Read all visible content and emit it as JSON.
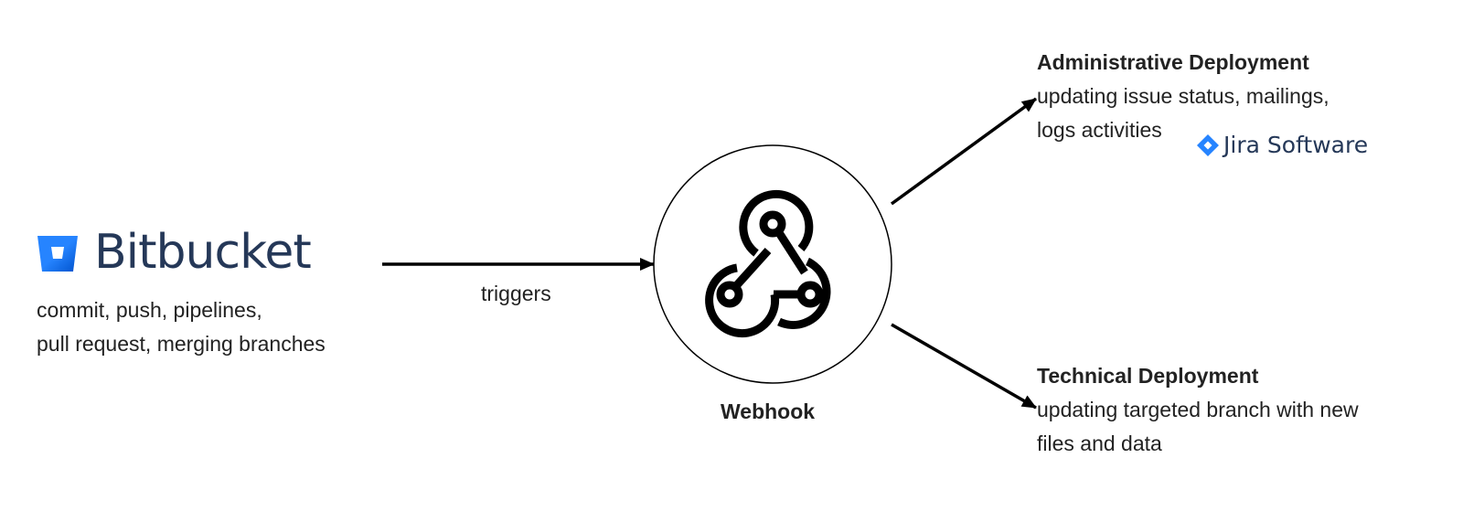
{
  "source": {
    "brand": "Bitbucket",
    "icon": "bitbucket-logo-icon",
    "description_lines": [
      "commit, push, pipelines,",
      "pull request, merging branches"
    ],
    "brand_color": "#2684FF"
  },
  "edge_main": {
    "label": "triggers"
  },
  "hub": {
    "label": "Webhook",
    "icon": "webhook-icon"
  },
  "targets": [
    {
      "title": "Administrative Deployment",
      "description_lines": [
        "updating issue status, mailings,",
        "logs activities"
      ],
      "badge": {
        "brand": "Jira Software",
        "icon": "jira-logo-icon",
        "color": "#2684FF"
      }
    },
    {
      "title": "Technical Deployment",
      "description_lines": [
        "updating targeted branch with new",
        "files and data"
      ]
    }
  ]
}
